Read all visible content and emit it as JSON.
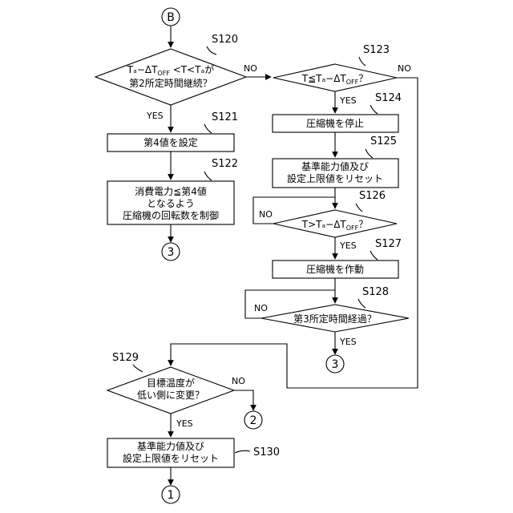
{
  "connectors": {
    "start": "B",
    "end_s122": "3",
    "end_s128": "3",
    "end_s129_no": "2",
    "end_s130": "1"
  },
  "steps": {
    "s120": {
      "label": "S120",
      "line1": "Tₐ−ΔT",
      "line1_sub": "OFF",
      "line1_tail": " <T<Tₐが",
      "line2": "第2所定時間継続？"
    },
    "s121": {
      "label": "S121",
      "text": "第4値を設定"
    },
    "s122": {
      "label": "S122",
      "line1": "消費電力≦第4値",
      "line2": "となるよう",
      "line3": "圧縮機の回転数を制御"
    },
    "s123": {
      "label": "S123",
      "pre": "T≦Tₐ−ΔT",
      "sub": "OFF",
      "post": "？"
    },
    "s124": {
      "label": "S124",
      "text": "圧縮機を停止"
    },
    "s125": {
      "label": "S125",
      "line1": "基準能力値及び",
      "line2": "設定上限値をリセット"
    },
    "s126": {
      "label": "S126",
      "pre": "T>Tₐ−ΔT",
      "sub": "OFF",
      "post": "？"
    },
    "s127": {
      "label": "S127",
      "text": "圧縮機を作動"
    },
    "s128": {
      "label": "S128",
      "text": "第3所定時間経過？"
    },
    "s129": {
      "label": "S129",
      "line1": "目標温度が",
      "line2": "低い側に変更？"
    },
    "s130": {
      "label": "S130",
      "line1": "基準能力値及び",
      "line2": "設定上限値をリセット"
    }
  },
  "branches": {
    "s120_yes": "YES",
    "s120_no": "NO",
    "s123_yes": "YES",
    "s123_no": "NO",
    "s126_yes": "YES",
    "s126_no": "NO",
    "s128_yes": "YES",
    "s128_no": "NO",
    "s129_yes": "YES",
    "s129_no": "NO"
  }
}
